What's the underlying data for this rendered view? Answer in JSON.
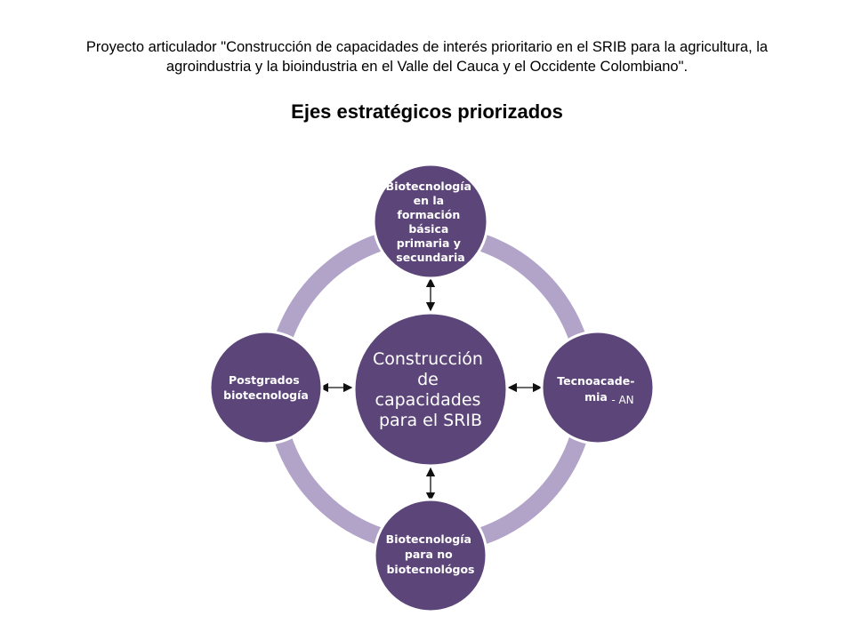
{
  "header": {
    "line1": "Proyecto articulador \"Construcción de capacidades de interés prioritario en el SRIB para la agricultura, la",
    "line2": "agroindustria y la bioindustria en el Valle del Cauca y el Occidente Colombiano\"."
  },
  "subtitle": "Ejes estratégicos priorizados",
  "diagram": {
    "colors": {
      "node": "#5c4578",
      "node_stroke": "#ffffff",
      "ring": "#b2a3c9",
      "arrow": "#111111"
    },
    "center": {
      "lines": [
        "Construcción",
        "de",
        "capacidades",
        "para el SRIB"
      ]
    },
    "top": {
      "lines": [
        "Biotecnología",
        "en la",
        "formación",
        "básica",
        "primaria y",
        "secundaria"
      ]
    },
    "right": {
      "lines": [
        "Tecnoacade-",
        "mia"
      ],
      "suffix": "- AN"
    },
    "bottom": {
      "lines": [
        "Biotecnología",
        "para no",
        "biotecnológos"
      ]
    },
    "left": {
      "lines": [
        "Postgrados",
        "biotecnología"
      ]
    }
  }
}
